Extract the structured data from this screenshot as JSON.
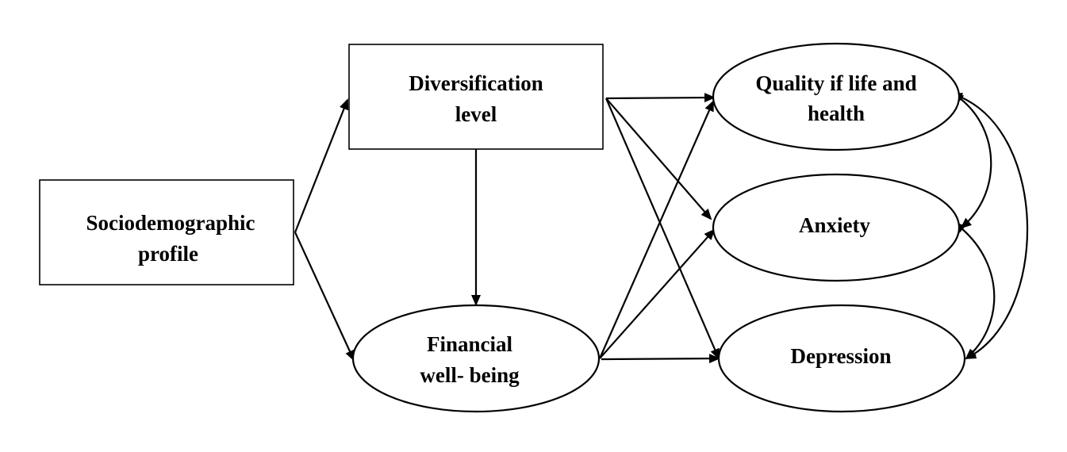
{
  "nodes": {
    "sociodemographic": {
      "line1": "Sociodemographic",
      "line2": "profile"
    },
    "diversification": {
      "line1": "Diversification",
      "line2": "level"
    },
    "financial": {
      "line1": "Financial",
      "line2": "well- being"
    },
    "quality": {
      "line1": "Quality if life and",
      "line2": "health"
    },
    "anxiety": {
      "line1": "Anxiety"
    },
    "depression": {
      "line1": "Depression"
    }
  },
  "edges": [
    {
      "from": "sociodemographic",
      "to": "diversification"
    },
    {
      "from": "sociodemographic",
      "to": "financial"
    },
    {
      "from": "diversification",
      "to": "financial"
    },
    {
      "from": "diversification",
      "to": "quality"
    },
    {
      "from": "diversification",
      "to": "anxiety"
    },
    {
      "from": "diversification",
      "to": "depression"
    },
    {
      "from": "financial",
      "to": "quality"
    },
    {
      "from": "financial",
      "to": "anxiety"
    },
    {
      "from": "financial",
      "to": "depression"
    }
  ],
  "correlations": [
    {
      "between": [
        "quality",
        "anxiety"
      ]
    },
    {
      "between": [
        "anxiety",
        "depression"
      ]
    },
    {
      "between": [
        "quality",
        "depression"
      ]
    }
  ],
  "colors": {
    "stroke": "#000000",
    "background": "#ffffff"
  }
}
